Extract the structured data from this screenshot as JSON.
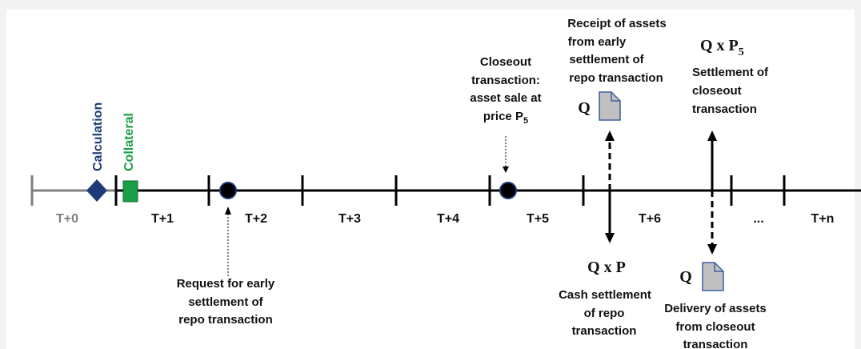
{
  "timeline": {
    "periods": [
      "T+0",
      "T+1",
      "T+2",
      "T+3",
      "T+4",
      "T+5",
      "T+6",
      "...",
      "T+n"
    ]
  },
  "markers": {
    "calculation_label": "Calculation",
    "collateral_label": "Collateral"
  },
  "annotations": {
    "request": {
      "line1": "Request for early",
      "line2": "settlement of",
      "line3": "repo transaction"
    },
    "closeout": {
      "line1": "Closeout",
      "line2": "transaction:",
      "line3": "asset sale at",
      "line4_prefix": "price P",
      "line4_sub": "5"
    },
    "receipt": {
      "line1": "Receipt of assets",
      "line2": "from early",
      "line3": "settlement of",
      "line4": "repo transaction",
      "q_label": "Q"
    },
    "settlement_closeout": {
      "formula_prefix": "Q x P",
      "formula_sub": "5",
      "line1": "Settlement of",
      "line2": "closeout",
      "line3": "transaction"
    },
    "cash": {
      "formula": "Q x P",
      "line1": "Cash settlement",
      "line2": "of repo",
      "line3": "transaction"
    },
    "delivery": {
      "q_label": "Q",
      "line1": "Delivery of assets",
      "line2": "from closeout",
      "line3": "transaction"
    }
  },
  "colors": {
    "calculation": "#1f3a7a",
    "collateral": "#1a9e48",
    "timeline": "#000000",
    "t0_gray": "#7f7f7f",
    "document_fill": "#c0c0c0",
    "document_stroke": "#3f5f9f"
  },
  "icons": [
    "diamond-marker",
    "square-marker",
    "circle-marker",
    "document-icon",
    "arrow-icon"
  ]
}
